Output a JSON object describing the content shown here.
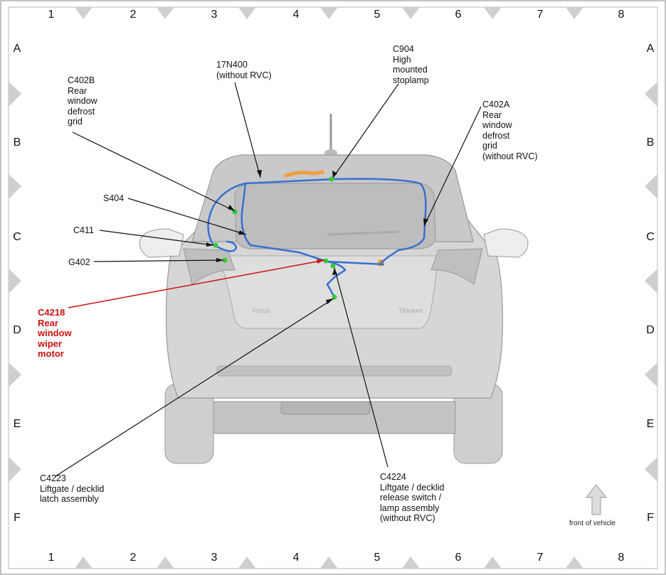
{
  "grid": {
    "columns": [
      "1",
      "2",
      "3",
      "4",
      "5",
      "6",
      "7",
      "8"
    ],
    "rows": [
      "A",
      "B",
      "C",
      "D",
      "E",
      "F"
    ]
  },
  "labels": {
    "c402b": "C402B\nRear\nwindow\ndefrost\ngrid",
    "n17n400": "17N400\n(without RVC)",
    "c904": "C904\nHigh\nmounted\nstoplamp",
    "c402a": "C402A\nRear\nwindow\ndefrost\ngrid\n(without RVC)",
    "s404": "S404",
    "c411": "C411",
    "g402": "G402",
    "c4218": "C4218\nRear\nwindow\nwiper\nmotor",
    "c4223": "C4223\nLiftgate / decklid\nlatch assembly",
    "c4224": "C4224\nLiftgate / decklid\nrelease switch /\nlamp assembly\n(without RVC)"
  },
  "orientation": {
    "text": "front of vehicle"
  },
  "colors": {
    "harness": "#3a6fd0",
    "connector": "#33cc33",
    "highlight_label": "#cc1111",
    "orange_part": "#f0a040",
    "car_body": "#d6d6d6"
  },
  "icons": {
    "orientation_arrow": "up-arrow-icon"
  }
}
